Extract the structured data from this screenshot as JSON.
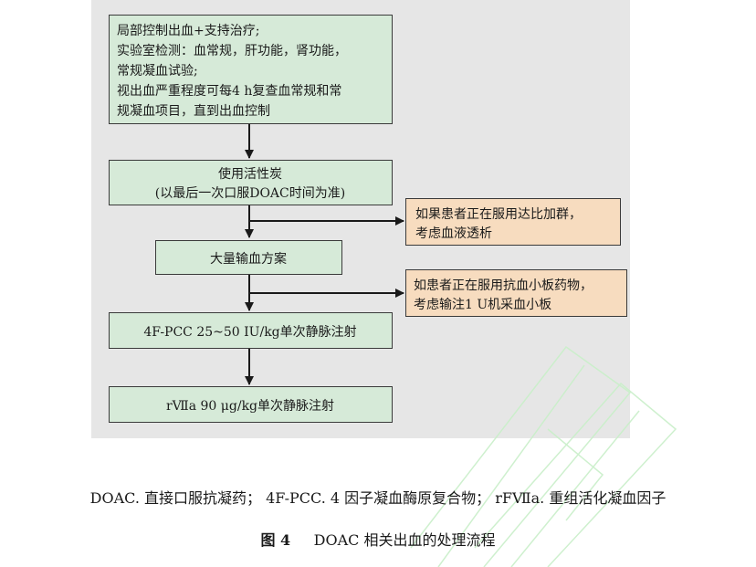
{
  "figure": {
    "boxes": {
      "initial": {
        "lines": [
          "局部控制出血+支持治疗;",
          "实验室检测：血常规，肝功能，肾功能，",
          "常规凝血试验;",
          "视出血严重程度可每4 h复查血常规和常",
          "规凝血项目，直到出血控制"
        ]
      },
      "charcoal": {
        "lines": [
          "使用活性炭",
          "(以最后一次口服DOAC时间为准)"
        ]
      },
      "transfusion": {
        "lines": [
          "大量输血方案"
        ]
      },
      "pcc": {
        "lines": [
          "4F-PCC 25~50 IU/kg单次静脉注射"
        ]
      },
      "rfviia": {
        "lines": [
          "rⅦa 90 μg/kg单次静脉注射"
        ]
      },
      "dabigatran_note": {
        "lines": [
          "如果患者正在服用达比加群，",
          "考虑血液透析"
        ]
      },
      "antiplatelet_note": {
        "lines": [
          "如患者正在服用抗血小板药物，",
          "考虑输注1 U机采血小板"
        ]
      }
    },
    "colors": {
      "main_box_fill": "#d6ead8",
      "side_box_fill": "#f7dcbf",
      "panel_background": "#e6e6e6",
      "line": "#1a1a1a"
    }
  },
  "note": "DOAC. 直接口服抗凝药； 4F-PCC. 4 因子凝血酶原复合物； rFⅦa. 重组活化凝血因子",
  "caption": {
    "label": "图 4",
    "title": "DOAC 相关出血的处理流程"
  }
}
